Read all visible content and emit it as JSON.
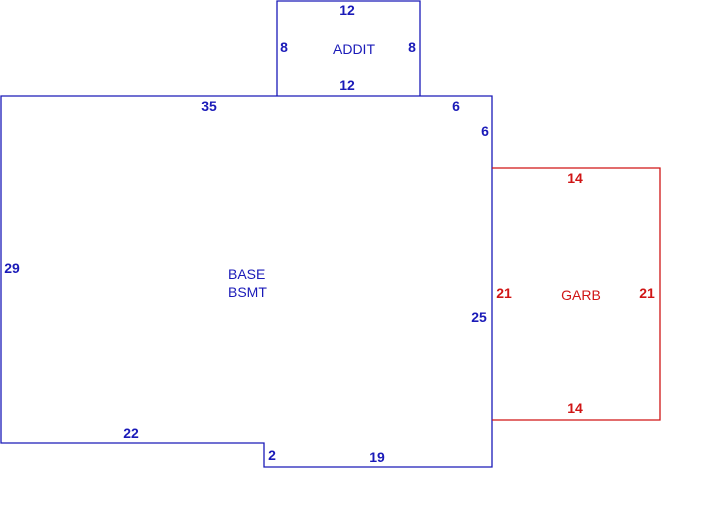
{
  "colors": {
    "main": "#1a1ab8",
    "garage": "#d01515",
    "background": "#ffffff"
  },
  "addition": {
    "name": "ADDIT",
    "top": "12",
    "left": "8",
    "right": "8",
    "bottom": "12"
  },
  "base": {
    "name_line1": "BASE",
    "name_line2": "BSMT",
    "top": "35",
    "top_right": "6",
    "right_upper": "6",
    "left": "29",
    "right": "25",
    "bottom_left": "22",
    "step": "2",
    "bottom_right": "19"
  },
  "garage": {
    "name": "GARB",
    "top": "14",
    "left": "21",
    "right": "21",
    "bottom": "14"
  }
}
